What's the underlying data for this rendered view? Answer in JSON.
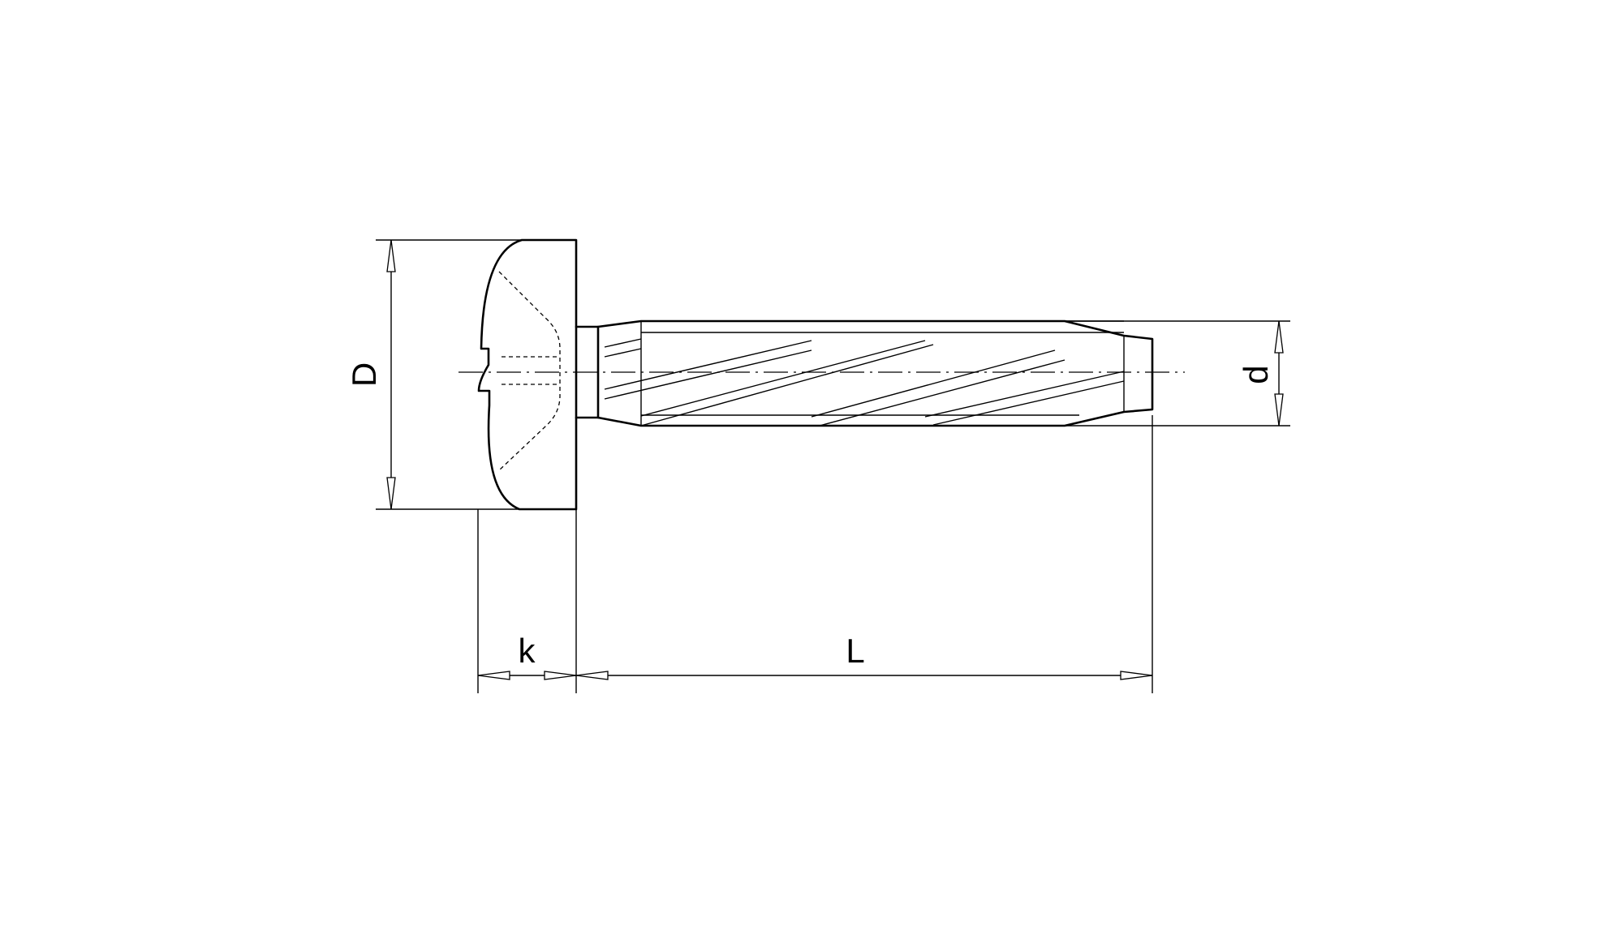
{
  "labels": {
    "head_diameter": "D",
    "head_height": "k",
    "length": "L",
    "thread_diameter": "d"
  }
}
